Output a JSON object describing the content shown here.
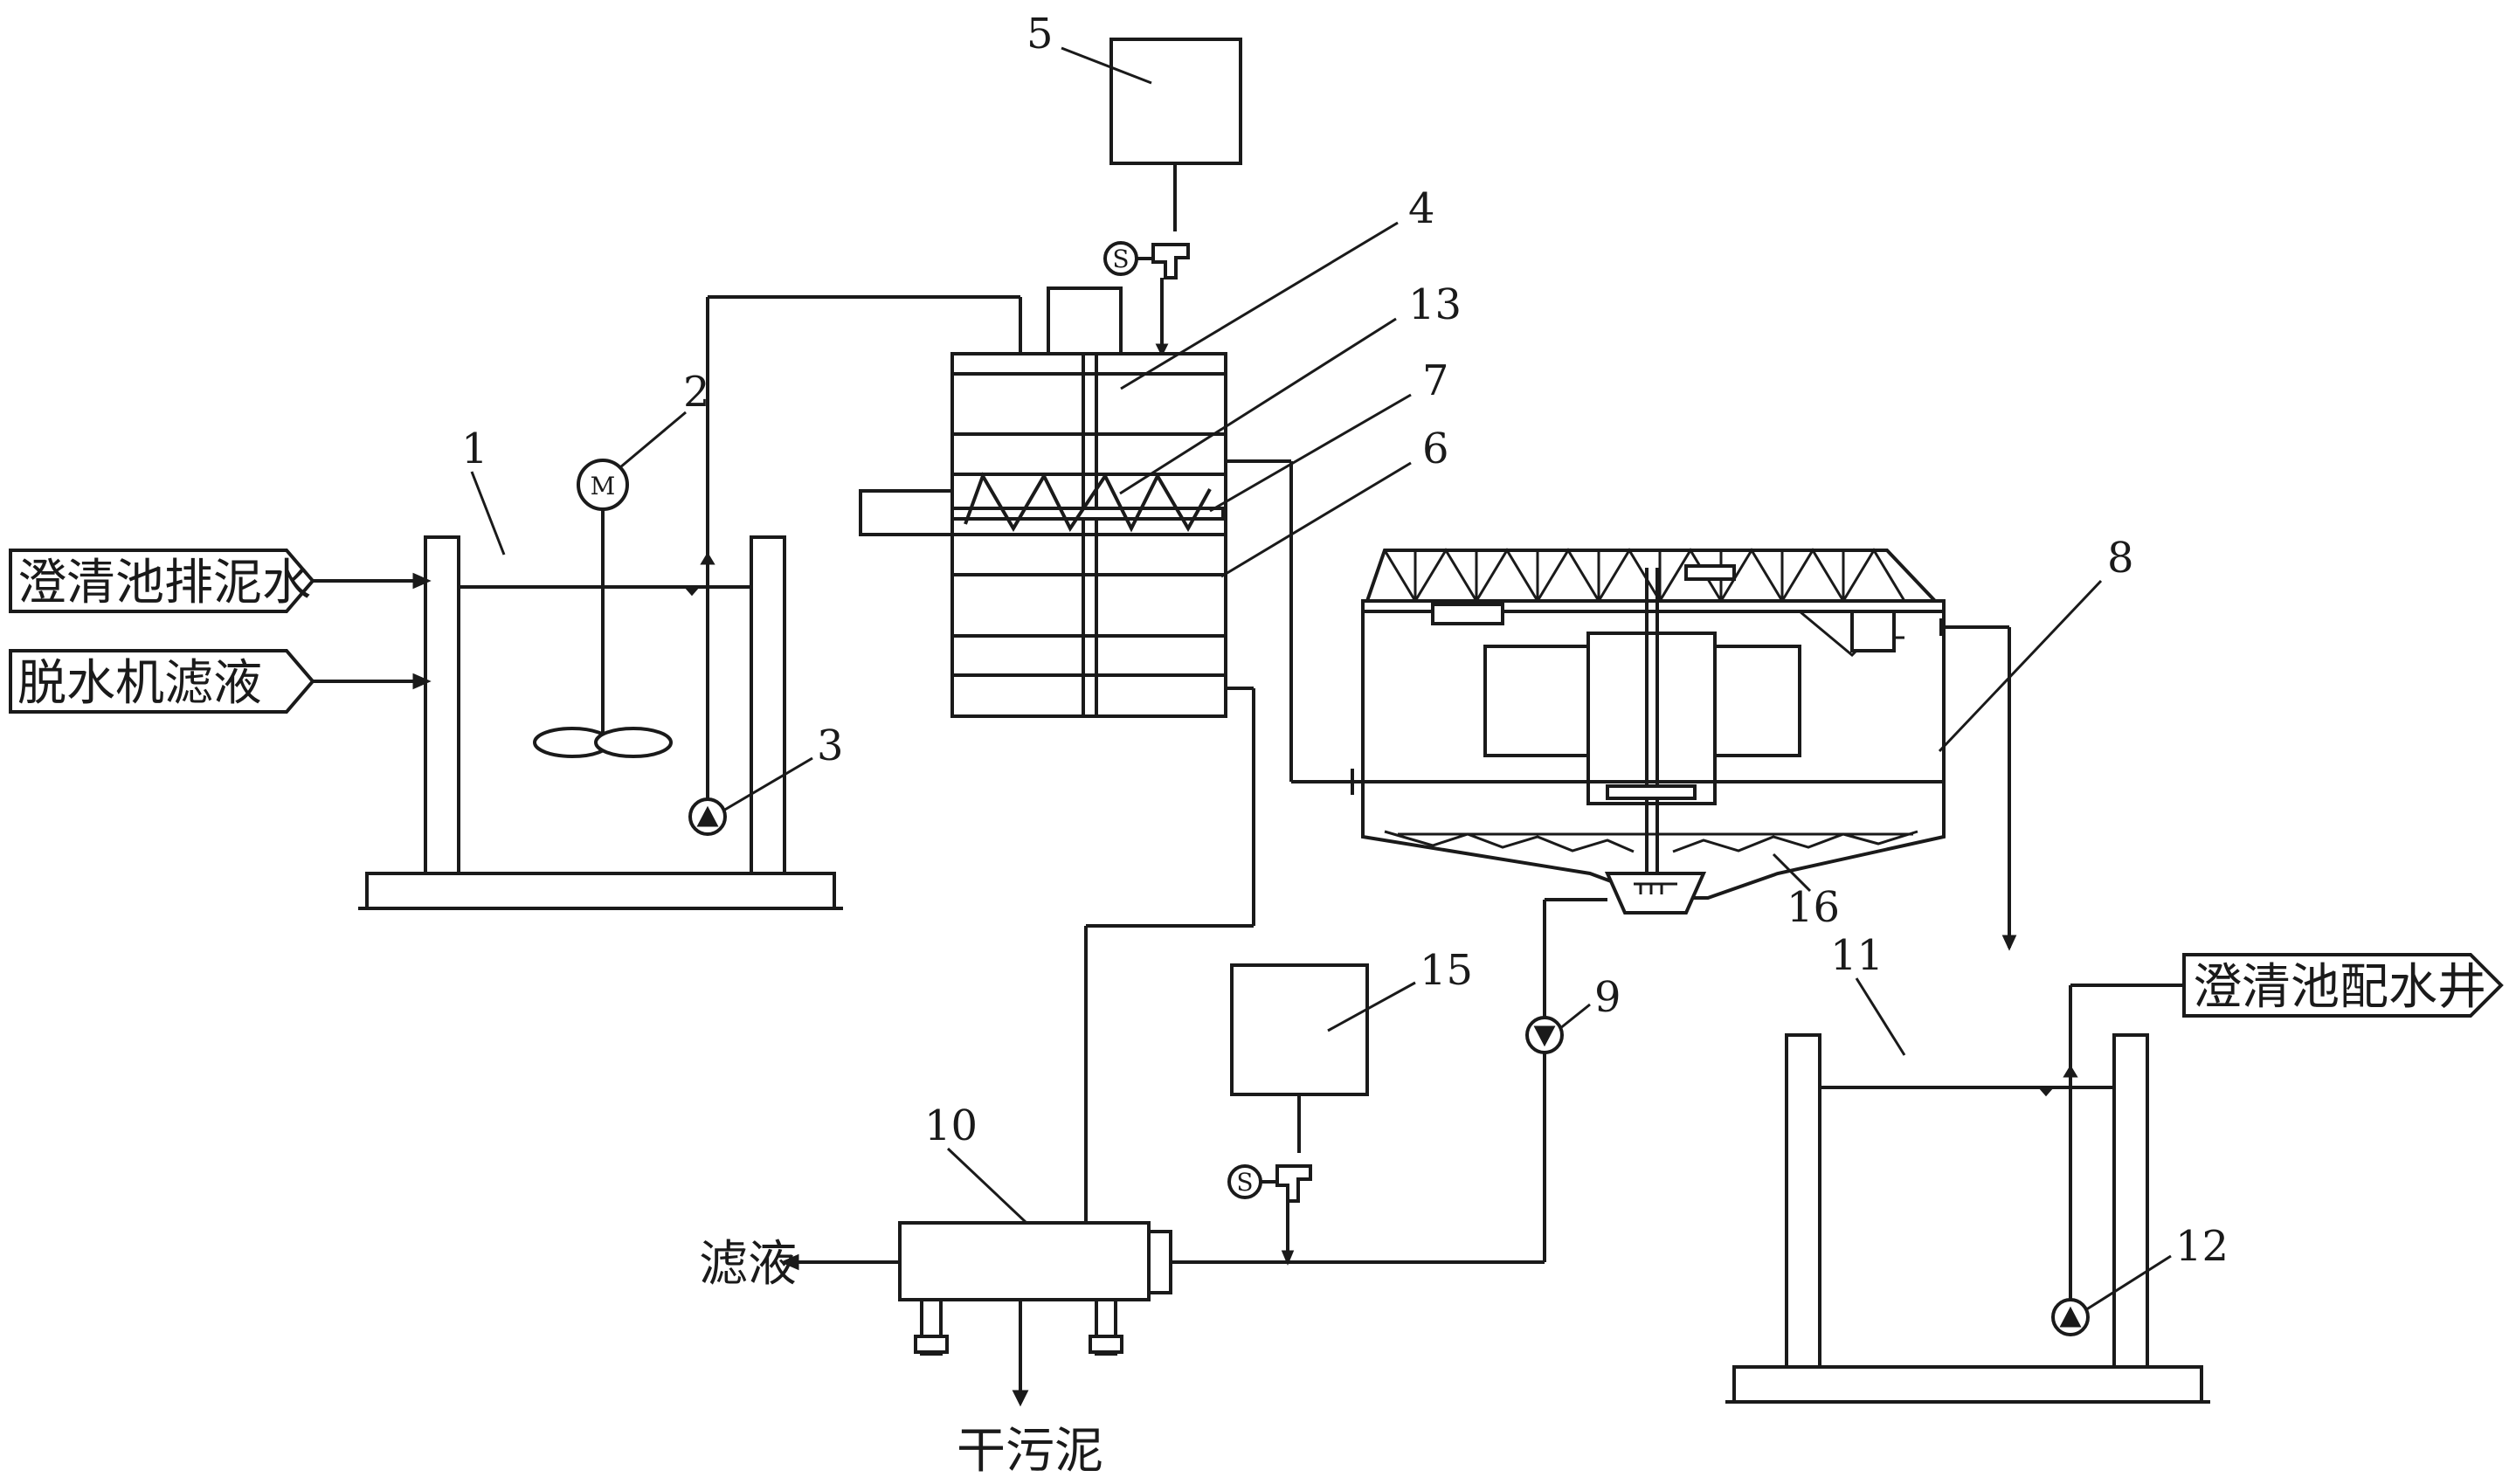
{
  "inputs": {
    "input_1": "澄清池排泥水",
    "input_2": "脱水机滤液"
  },
  "outputs": {
    "output_water": "澄清池配水井",
    "filtrate": "滤液",
    "dry_sludge": "干污泥"
  },
  "symbols": {
    "motor": "M",
    "valve_a": "S",
    "valve_b": "S"
  },
  "numbers": {
    "n1": "1",
    "n2": "2",
    "n3": "3",
    "n4": "4",
    "n5": "5",
    "n6": "6",
    "n7": "7",
    "n8": "8",
    "n9": "9",
    "n10": "10",
    "n11": "11",
    "n12": "12",
    "n13": "13",
    "n15": "15",
    "n16": "16"
  }
}
